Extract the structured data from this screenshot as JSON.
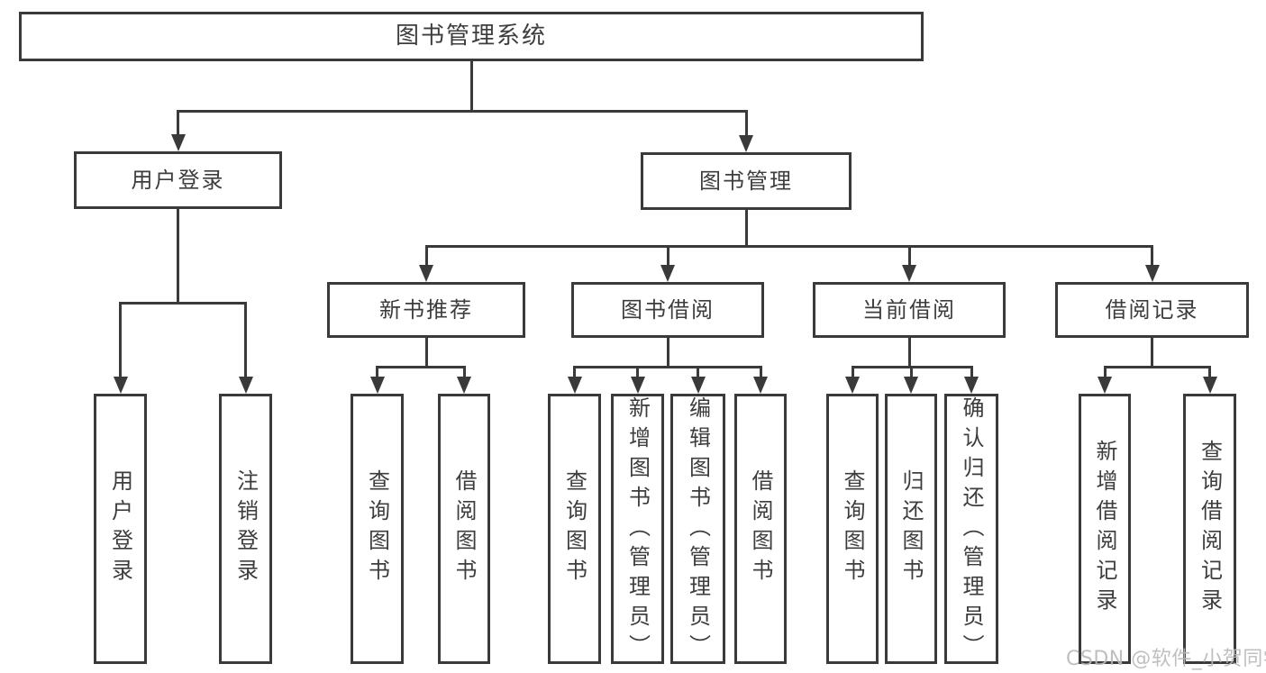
{
  "diagram": {
    "title": "图书管理系统",
    "tree": {
      "id": "root",
      "label": "图书管理系统",
      "children": [
        {
          "id": "user-login",
          "label": "用户登录",
          "children": [
            {
              "id": "login",
              "label": "用户登录"
            },
            {
              "id": "logout",
              "label": "注销登录"
            }
          ]
        },
        {
          "id": "book-management",
          "label": "图书管理",
          "children": [
            {
              "id": "new-book-recommend",
              "label": "新书推荐",
              "children": [
                {
                  "id": "nb-query",
                  "label": "查询图书"
                },
                {
                  "id": "nb-borrow",
                  "label": "借阅图书"
                }
              ]
            },
            {
              "id": "book-borrow",
              "label": "图书借阅",
              "children": [
                {
                  "id": "bb-query",
                  "label": "查询图书"
                },
                {
                  "id": "bb-add",
                  "label": "新增图书（管理员）"
                },
                {
                  "id": "bb-edit",
                  "label": "编辑图书（管理员）"
                },
                {
                  "id": "bb-borrow",
                  "label": "借阅图书"
                }
              ]
            },
            {
              "id": "current-borrow",
              "label": "当前借阅",
              "children": [
                {
                  "id": "cb-query",
                  "label": "查询图书"
                },
                {
                  "id": "cb-return",
                  "label": "归还图书"
                },
                {
                  "id": "cb-confirm",
                  "label": "确认归还（管理员）"
                }
              ]
            },
            {
              "id": "borrow-records",
              "label": "借阅记录",
              "children": [
                {
                  "id": "br-add",
                  "label": "新增借阅记录"
                },
                {
                  "id": "br-query",
                  "label": "查询借阅记录"
                }
              ]
            }
          ]
        }
      ]
    }
  },
  "watermark": {
    "text": "CSDN @软件_小贺同学"
  },
  "colors": {
    "line": "#3a3a3a",
    "text": "#3d3d3d",
    "box_background": "#ffffff",
    "background": "#ffffff",
    "watermark": "#b9b9b9"
  }
}
